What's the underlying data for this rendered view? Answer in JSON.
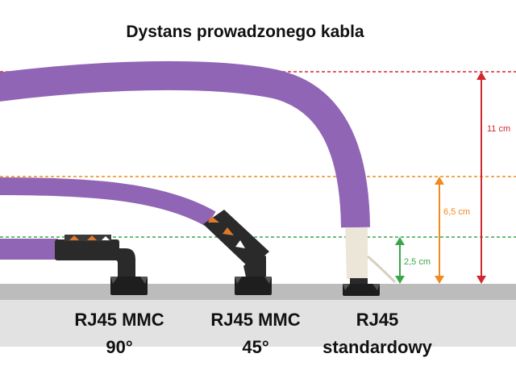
{
  "title": "Dystans prowadzonego kabla",
  "measurements": [
    {
      "label": "11 cm",
      "color": "#d0282e"
    },
    {
      "label": "6,5 cm",
      "color": "#ef8a1f"
    },
    {
      "label": "2,5 cm",
      "color": "#3aa64a"
    }
  ],
  "connectors": [
    {
      "line1": "RJ45 MMC",
      "line2": "90°"
    },
    {
      "line1": "RJ45 MMC",
      "line2": "45°"
    },
    {
      "line1": "RJ45",
      "line2": "standardowy"
    }
  ],
  "colors": {
    "cable": "#9165b5",
    "surface": "#e2e2e2",
    "surface_top": "#bcbcbc",
    "connector": "#2a2a2a",
    "boot": "#ece6d8"
  }
}
